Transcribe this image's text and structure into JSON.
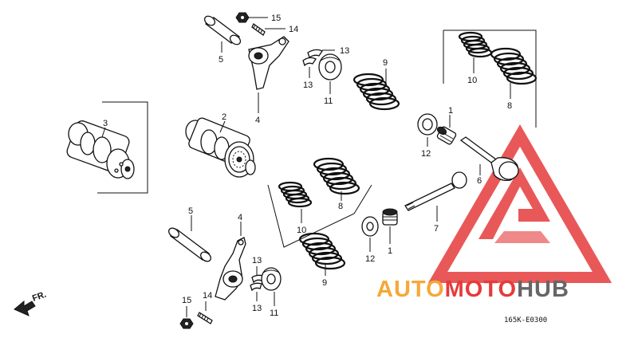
{
  "colors": {
    "ink": "#111111",
    "logo_red": "#e63b3b",
    "logo_orange": "#f4a93a",
    "logo_gray": "#666666"
  },
  "callouts": {
    "c1a": "1",
    "c1b": "1",
    "c2": "2",
    "c3": "3",
    "c4a": "4",
    "c4b": "4",
    "c5a": "5",
    "c5b": "5",
    "c6": "6",
    "c7": "7",
    "c8a": "8",
    "c8b": "8",
    "c9a": "9",
    "c9b": "9",
    "c10a": "10",
    "c10b": "10",
    "c11a": "11",
    "c11b": "11",
    "c12a": "12",
    "c12b": "12",
    "c13a": "13",
    "c13b": "13",
    "c13c": "13",
    "c13d": "13",
    "c14a": "14",
    "c14b": "14",
    "c15a": "15",
    "c15b": "15"
  },
  "front_marker": "FR.",
  "diagram_code": "165K-E0300",
  "watermark": {
    "part1": "AUTO",
    "part2": "MOTO",
    "part3": "HUB"
  }
}
